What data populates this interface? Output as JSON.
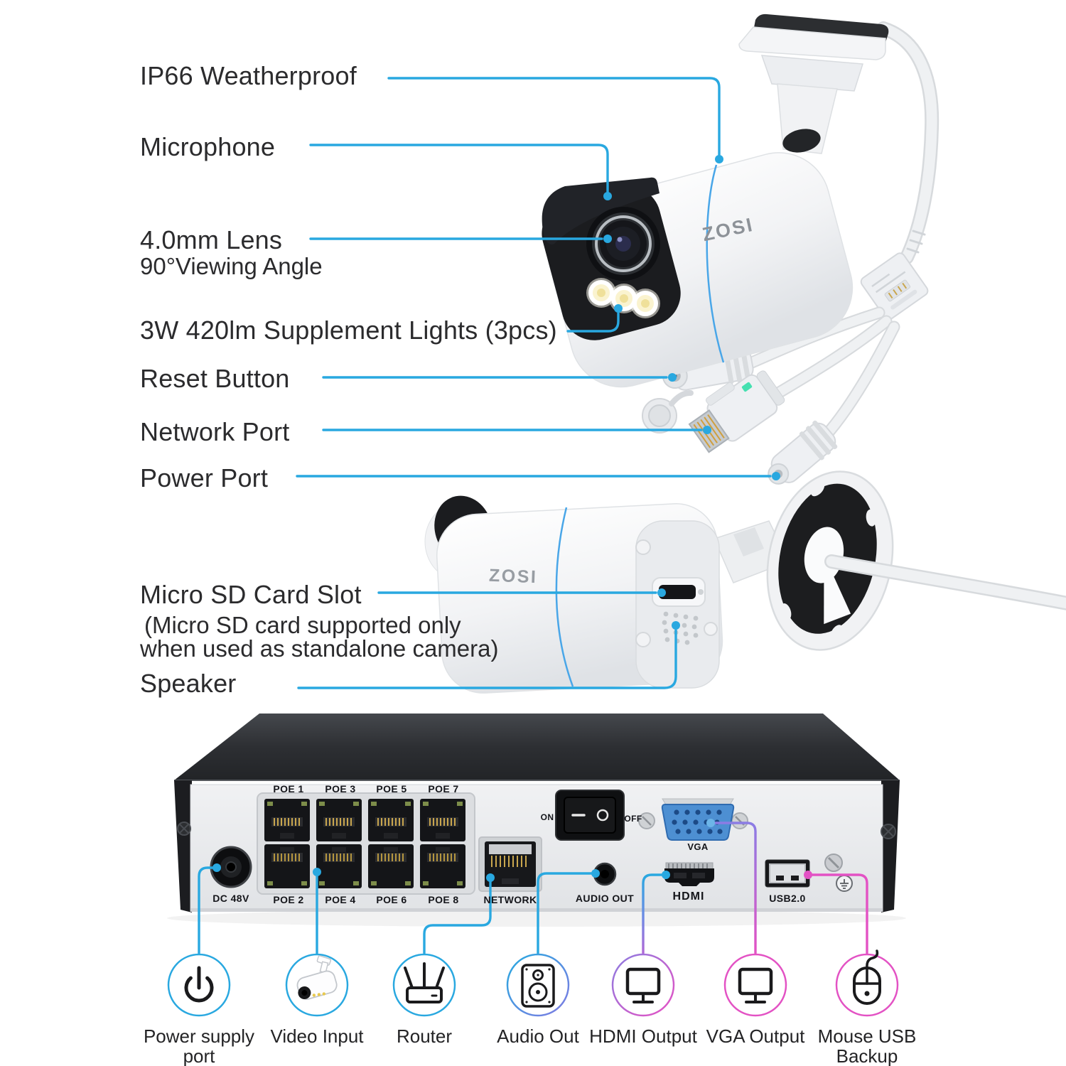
{
  "brand": {
    "camera_logo": "ZOSI"
  },
  "colors": {
    "accent_blue": "#29a8e0",
    "accent_violet": "#8f7be0",
    "accent_magenta": "#e352c4"
  },
  "callouts": {
    "ip66": {
      "label": "IP66 Weatherproof"
    },
    "microphone": {
      "label": "Microphone"
    },
    "lens": {
      "label": "4.0mm Lens",
      "sub": "90°Viewing Angle"
    },
    "lights": {
      "label": "3W 420lm Supplement Lights (3pcs)"
    },
    "reset": {
      "label": "Reset Button"
    },
    "network": {
      "label": "Network Port"
    },
    "power": {
      "label": "Power Port"
    },
    "sd": {
      "label": "Micro SD Card Slot",
      "sub1": "(Micro SD card supported only",
      "sub2": "when used as standalone camera)"
    },
    "speaker": {
      "label": "Speaker"
    }
  },
  "nvr": {
    "poe_top": [
      "POE 1",
      "POE 3",
      "POE 5",
      "POE 7"
    ],
    "poe_bottom": [
      "POE 2",
      "POE 4",
      "POE 6",
      "POE 8"
    ],
    "dc_label": "DC 48V",
    "network_label": "NETWORK",
    "audio_label": "AUDIO OUT",
    "hdmi_label": "HDMI",
    "usb_label": "USB2.0",
    "vga_label": "VGA",
    "switch_on": "ON",
    "switch_off": "OFF"
  },
  "legend": [
    {
      "icon": "power-icon",
      "lines": [
        "Power supply",
        "port"
      ]
    },
    {
      "icon": "camera-icon",
      "lines": [
        "Video Input"
      ]
    },
    {
      "icon": "router-icon",
      "lines": [
        "Router"
      ]
    },
    {
      "icon": "speaker-icon",
      "lines": [
        "Audio Out"
      ]
    },
    {
      "icon": "monitor-icon",
      "lines": [
        "HDMI Output"
      ]
    },
    {
      "icon": "monitor-icon",
      "lines": [
        "VGA Output"
      ]
    },
    {
      "icon": "mouse-icon",
      "lines": [
        "Mouse USB",
        "Backup"
      ]
    }
  ]
}
